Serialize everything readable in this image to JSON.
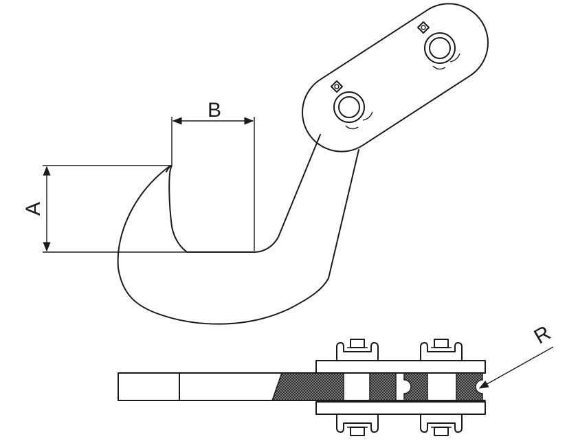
{
  "diagram": {
    "labels": {
      "a": "A",
      "b": "B",
      "r": "R"
    },
    "colors": {
      "stroke": "#1a1a1a",
      "hatch": "#2a2a2a",
      "background": "#ffffff"
    }
  }
}
